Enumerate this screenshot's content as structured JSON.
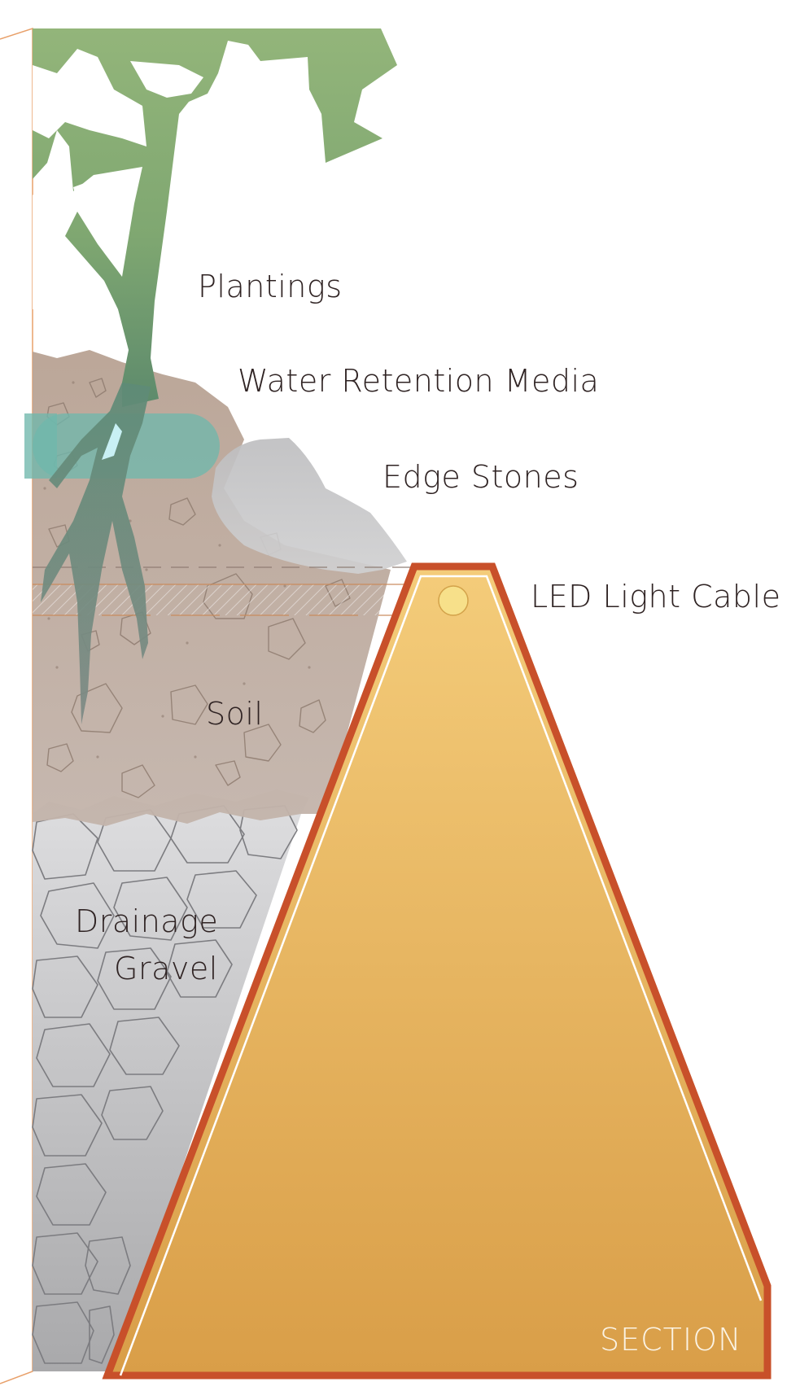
{
  "labels": {
    "plantings": "Plantings",
    "water_retention": "Water Retention Media",
    "edge_stones": "Edge Stones",
    "led_cable": "LED Light Cable",
    "soil": "Soil",
    "drainage_gravel_line1": "Drainage",
    "drainage_gravel_line2": "Gravel",
    "section": "SECTION"
  },
  "colors": {
    "plant": "#8fb273",
    "soil": "#b39f92",
    "gravel": "#d3d3d5",
    "water": "#6fb7ac",
    "edge_stone": "#c5c5c7",
    "planter_fill": "#e7b05a",
    "planter_edge": "#c8502a",
    "led": "#f7e08a"
  }
}
